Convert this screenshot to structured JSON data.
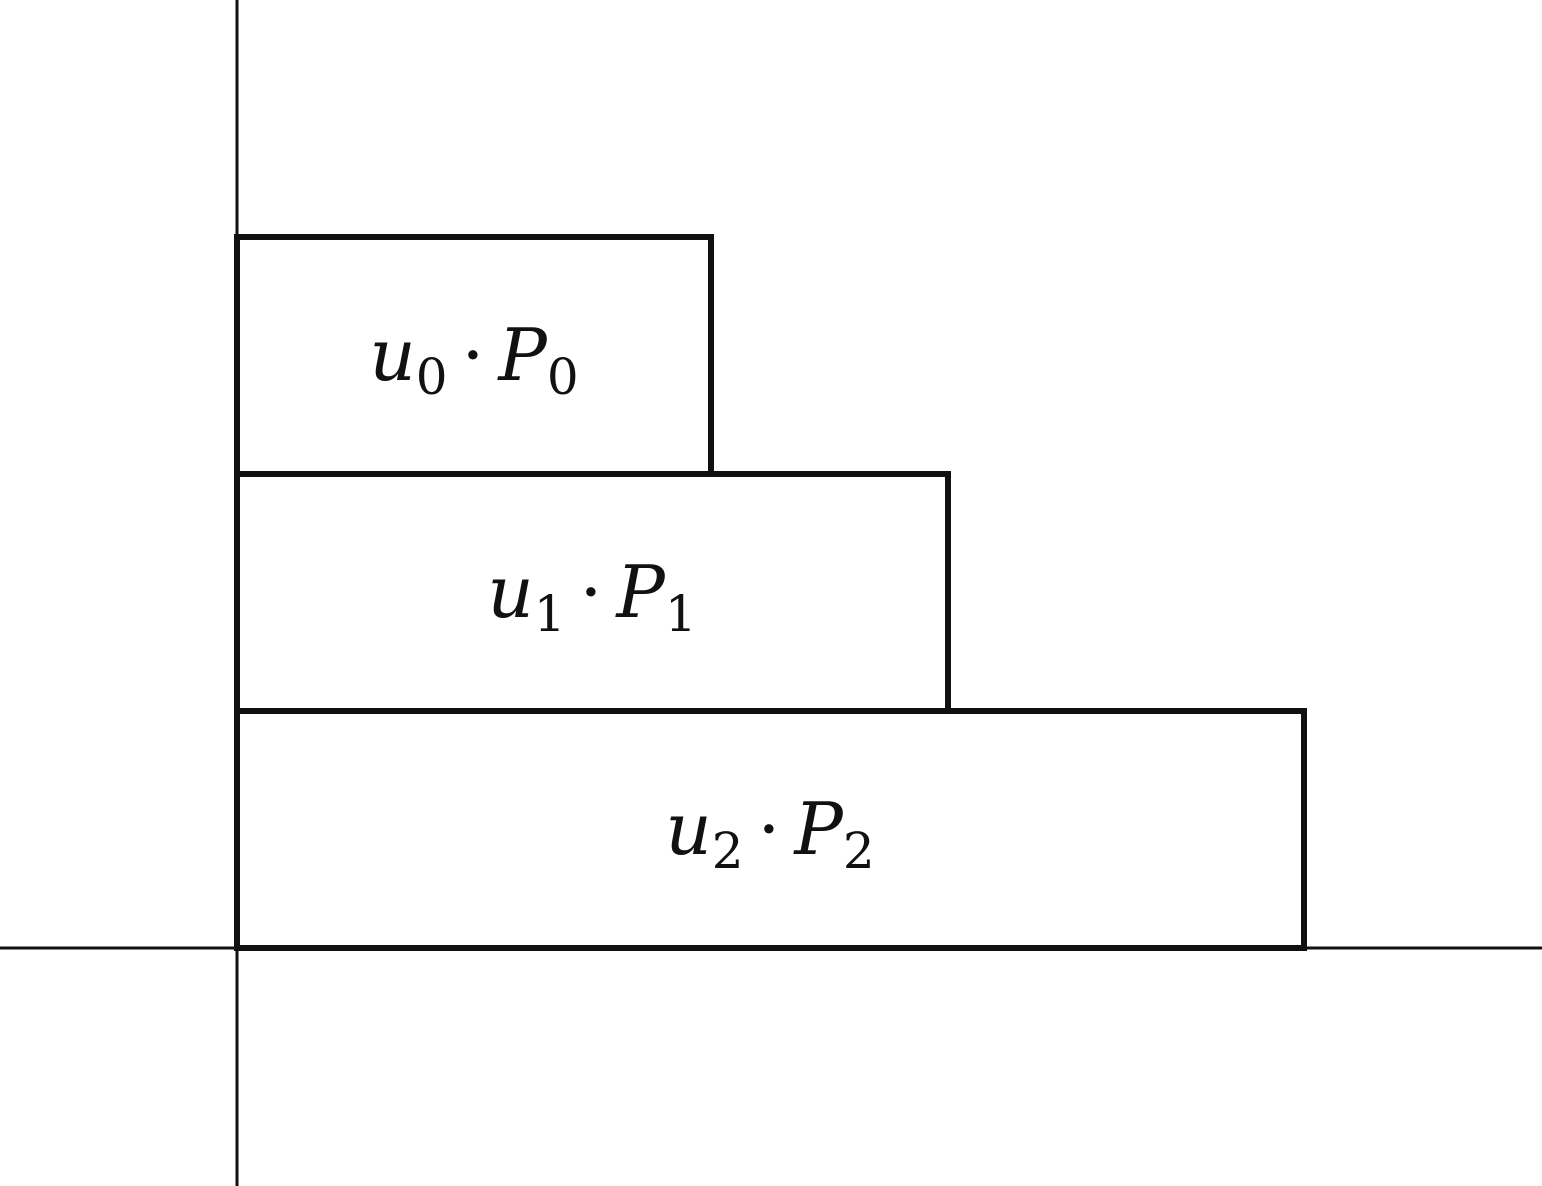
{
  "diagram": {
    "blocks": [
      {
        "var": "u",
        "var_sub": "0",
        "op": "·",
        "factor": "P",
        "factor_sub": "0"
      },
      {
        "var": "u",
        "var_sub": "1",
        "op": "·",
        "factor": "P",
        "factor_sub": "1"
      },
      {
        "var": "u",
        "var_sub": "2",
        "op": "·",
        "factor": "P",
        "factor_sub": "2"
      }
    ]
  }
}
